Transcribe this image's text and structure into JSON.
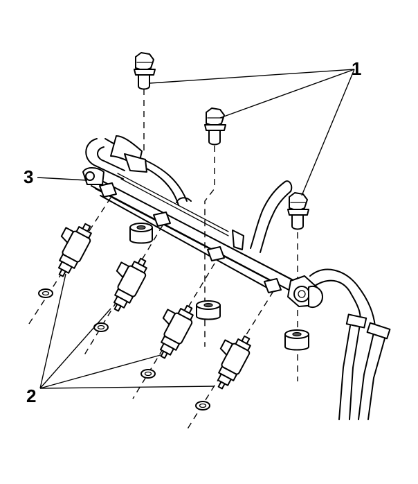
{
  "callouts": {
    "bolts": "1",
    "injectors": "2",
    "fuel_rail": "3"
  }
}
